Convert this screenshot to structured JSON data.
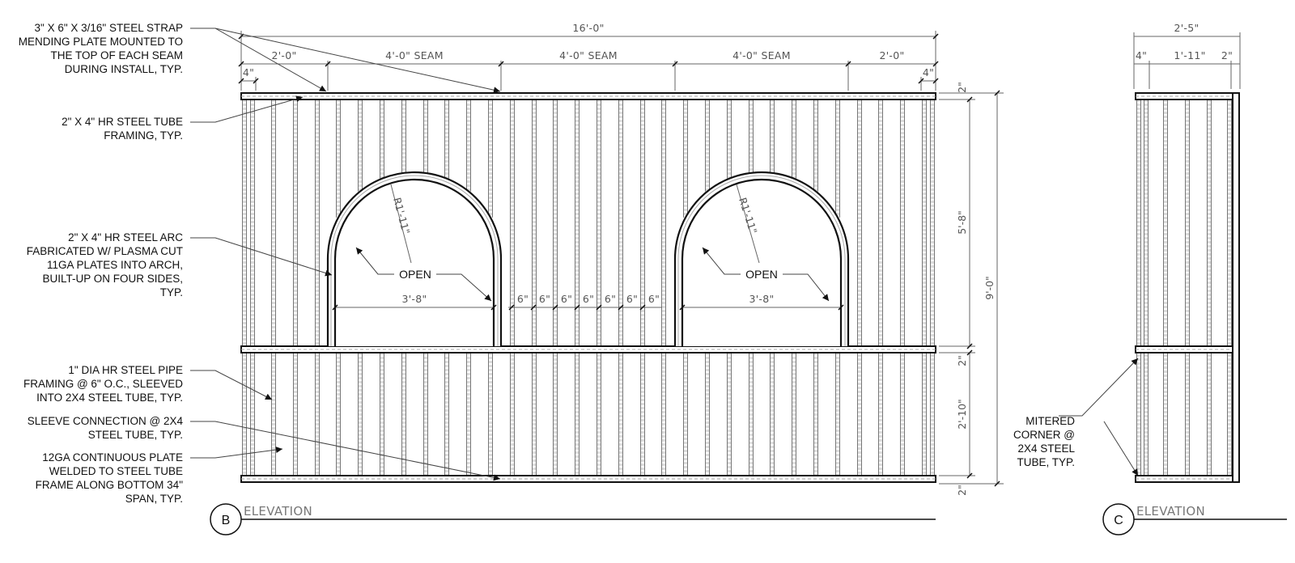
{
  "drawing": {
    "type": "steel-frame-elevation-details",
    "colors": {
      "line": "#111111",
      "dimension": "#666666",
      "hidden": "#9a9a9a",
      "background": "#ffffff"
    }
  },
  "elevation_b": {
    "title": "ELEVATION",
    "tag": "B",
    "overall_width": "16'-0\"",
    "top_segments": [
      "2'-0\"",
      "4'-0\" SEAM",
      "4'-0\" SEAM",
      "4'-0\" SEAM",
      "2'-0\""
    ],
    "end_offsets": [
      "4\"",
      "4\""
    ],
    "vertical_dims": {
      "overall": "9'-0\"",
      "top_tube": "2\"",
      "upper_panel": "5'-8\"",
      "mid_tube": "2\"",
      "lower_panel": "2'-10\"",
      "bottom_tube": "2\""
    },
    "arches": [
      {
        "radius": "R1'-11\"",
        "label": "OPEN",
        "width": "3'-8\""
      },
      {
        "radius": "R1'-11\"",
        "label": "OPEN",
        "width": "3'-8\""
      }
    ],
    "pipe_spacing": [
      "6\"",
      "6\"",
      "6\"",
      "6\"",
      "6\"",
      "6\"",
      "6\""
    ]
  },
  "elevation_c": {
    "title": "ELEVATION",
    "tag": "C",
    "overall_width": "2'-5\"",
    "segments": [
      "4\"",
      "1'-11\"",
      "2\""
    ],
    "callout": [
      "MITERED",
      "CORNER @",
      "2X4 STEEL",
      "TUBE, TYP."
    ]
  },
  "callouts": [
    {
      "id": "mending-plate",
      "lines": [
        "3\" X 6\" X 3/16\" STEEL STRAP",
        "MENDING PLATE MOUNTED TO",
        "THE TOP OF EACH SEAM",
        "DURING INSTALL, TYP."
      ]
    },
    {
      "id": "steel-tube-framing",
      "lines": [
        "2\" X 4\" HR STEEL TUBE",
        "FRAMING, TYP."
      ]
    },
    {
      "id": "steel-arc",
      "lines": [
        "2\" X 4\" HR STEEL ARC",
        "FABRICATED W/ PLASMA CUT",
        "11GA PLATES INTO ARCH,",
        "BUILT-UP ON FOUR SIDES,",
        "TYP."
      ]
    },
    {
      "id": "steel-pipe",
      "lines": [
        "1\" DIA HR STEEL PIPE",
        "FRAMING @ 6\" O.C., SLEEVED",
        "INTO 2X4 STEEL TUBE, TYP."
      ]
    },
    {
      "id": "sleeve-connection",
      "lines": [
        "SLEEVE CONNECTION @ 2X4",
        "STEEL TUBE, TYP."
      ]
    },
    {
      "id": "continuous-plate",
      "lines": [
        "12GA CONTINUOUS PLATE",
        "WELDED TO STEEL TUBE",
        "FRAME ALONG BOTTOM 34\"",
        "SPAN, TYP."
      ]
    }
  ]
}
